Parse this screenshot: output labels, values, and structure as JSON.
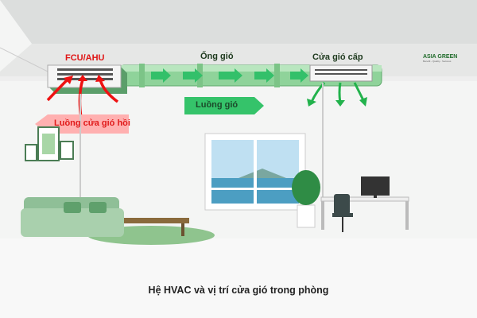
{
  "labels": {
    "fcu_ahu": "FCU/AHU",
    "duct": "Ống gió",
    "supply_diffuser": "Cửa gió cấp",
    "airflow": "Luồng gió",
    "return_airflow": "Luồng cửa gió hồi"
  },
  "caption": "Hệ HVAC và vị trí cửa gió trong phòng",
  "logo": {
    "name": "ASIA GREEN",
    "tagline": "Benefit - Quality - Success"
  },
  "colors": {
    "duct": "#8fd39a",
    "airflow": "#2ebd5a",
    "return": "#ff5a5a"
  }
}
